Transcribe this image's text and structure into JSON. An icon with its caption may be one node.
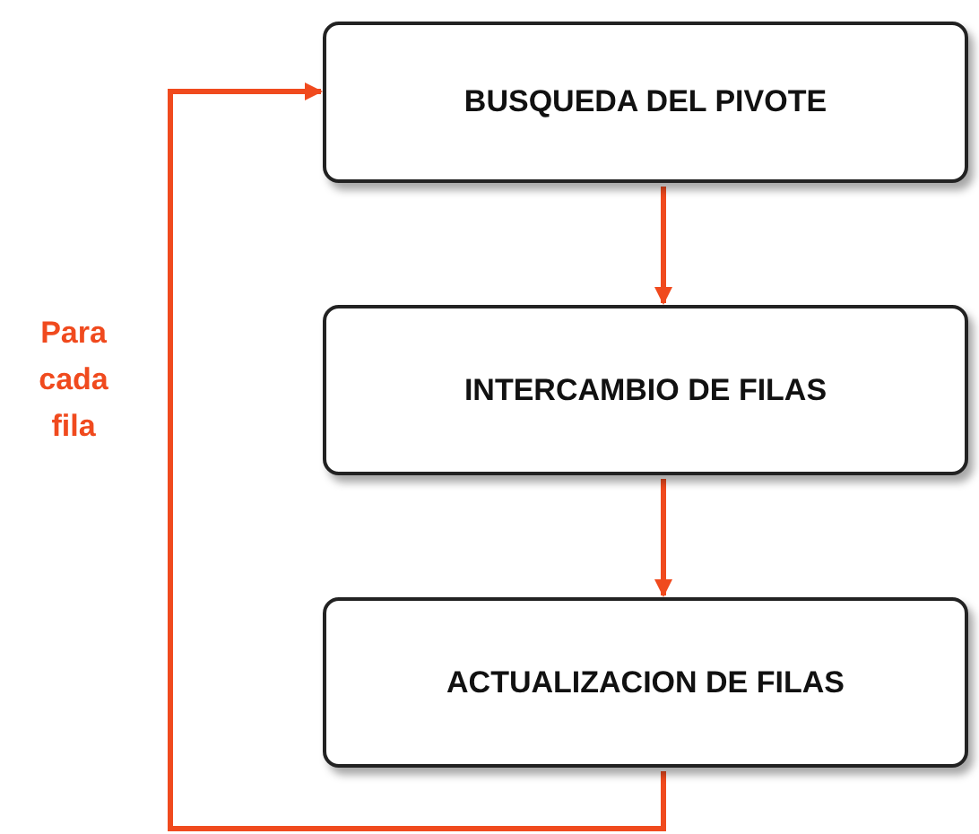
{
  "diagram": {
    "nodes": [
      {
        "text": [
          "BUSQUEDA DEL PIVOTE"
        ]
      },
      {
        "text": [
          "INTERCAMBIO DE FILAS"
        ]
      },
      {
        "text": [
          "ACTUALIZACION DE FILAS"
        ]
      }
    ],
    "edges": [
      {
        "from": 0,
        "to": 1,
        "arrow": "to"
      },
      {
        "from": 1,
        "to": 2,
        "arrow": "to"
      },
      {
        "from": 2,
        "to": 0,
        "arrow": "to",
        "label": "Para cada fila"
      }
    ]
  }
}
